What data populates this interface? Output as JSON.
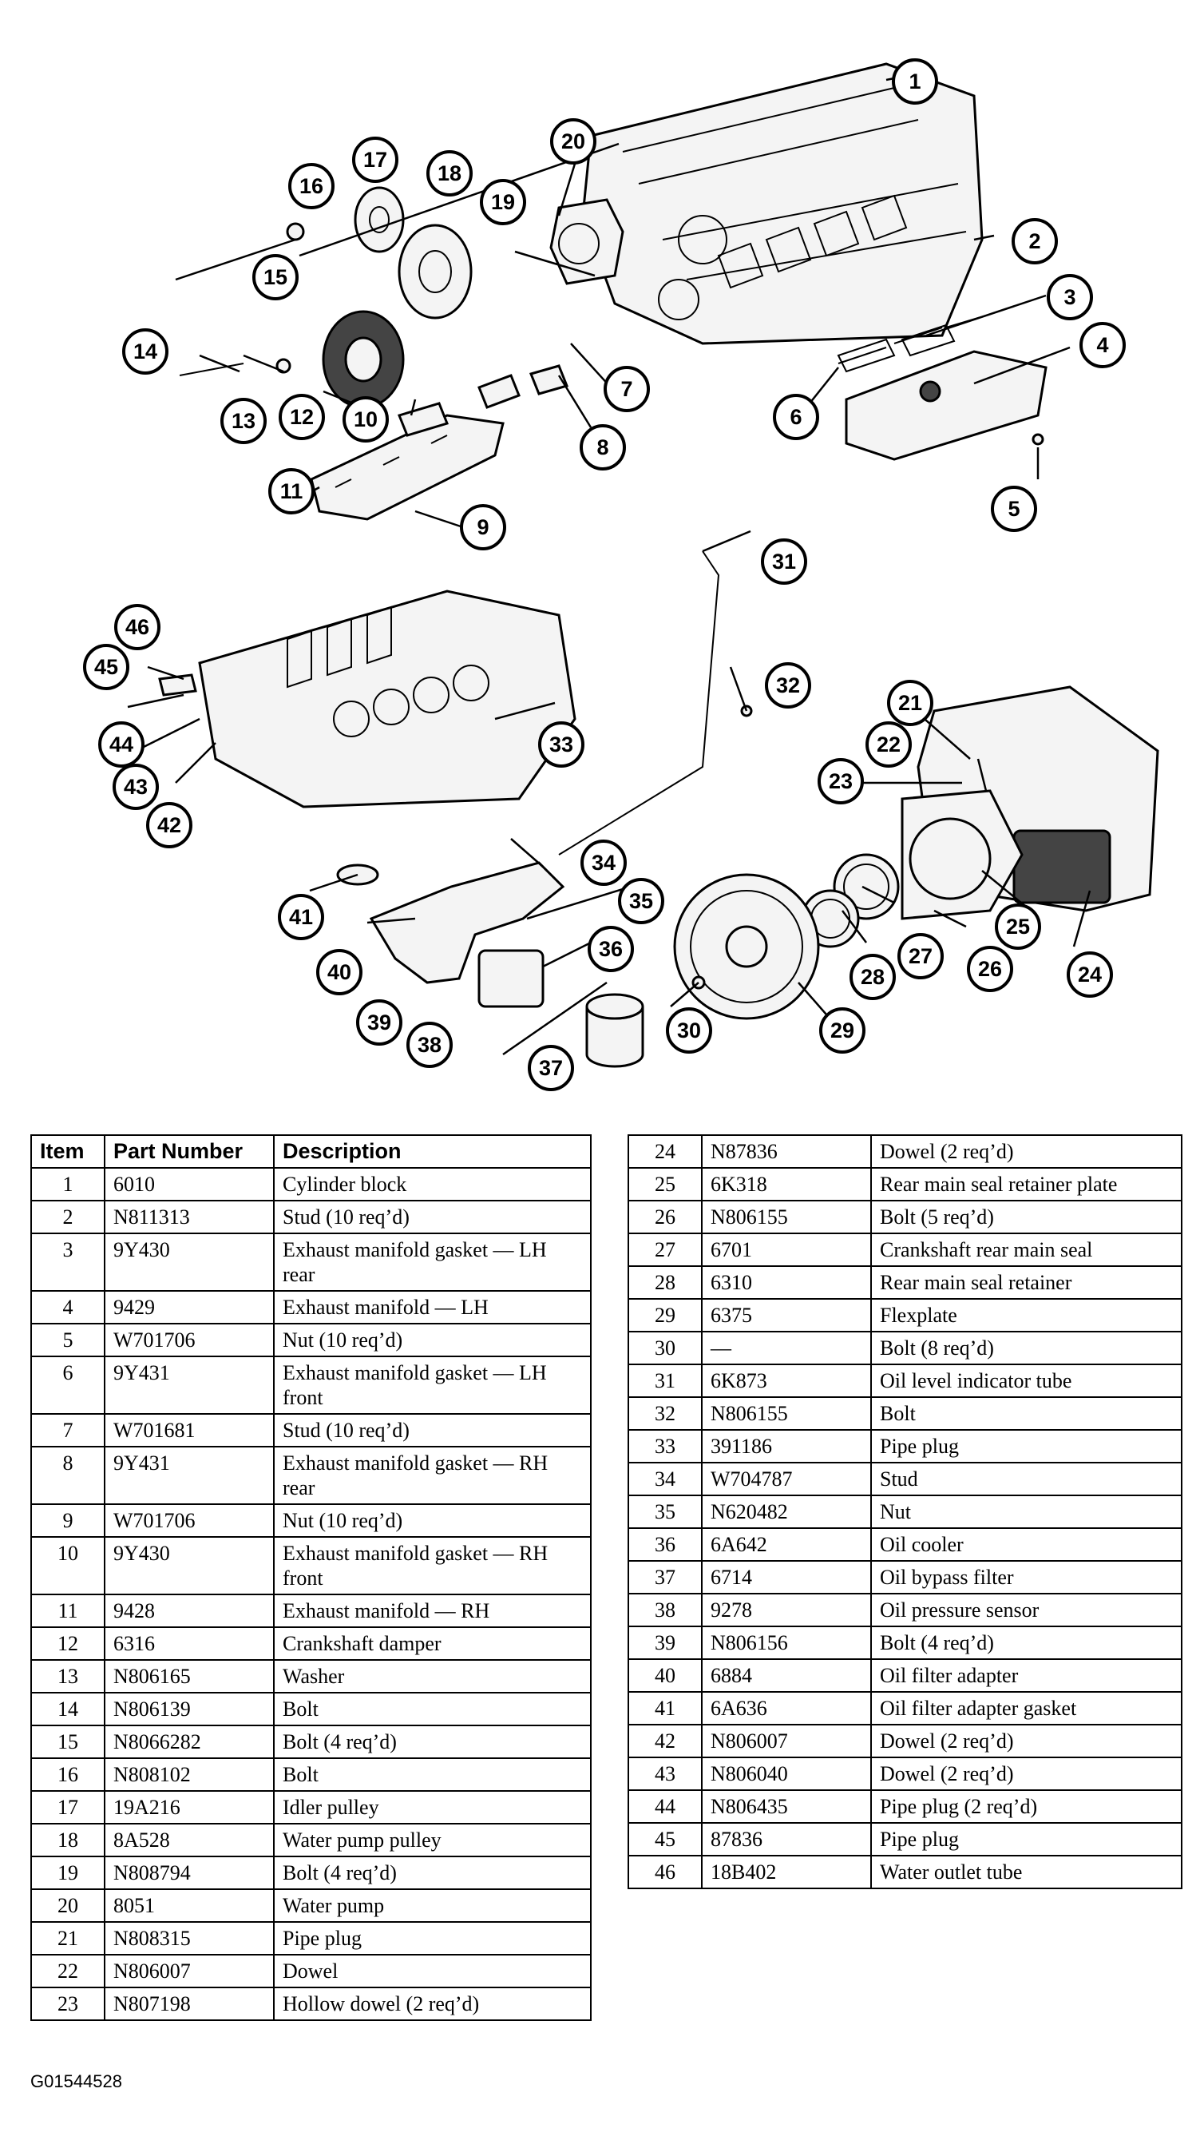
{
  "table": {
    "headers": {
      "item": "Item",
      "part_number": "Part Number",
      "description": "Description"
    },
    "rows": [
      {
        "item": "1",
        "part": "6010",
        "desc": "Cylinder block"
      },
      {
        "item": "2",
        "part": "N811313",
        "desc": "Stud (10 req’d)"
      },
      {
        "item": "3",
        "part": "9Y430",
        "desc": "Exhaust manifold gasket — LH rear"
      },
      {
        "item": "4",
        "part": "9429",
        "desc": "Exhaust manifold — LH"
      },
      {
        "item": "5",
        "part": "W701706",
        "desc": "Nut (10 req’d)"
      },
      {
        "item": "6",
        "part": "9Y431",
        "desc": "Exhaust manifold gasket — LH front"
      },
      {
        "item": "7",
        "part": "W701681",
        "desc": "Stud (10 req’d)"
      },
      {
        "item": "8",
        "part": "9Y431",
        "desc": "Exhaust manifold gasket — RH rear"
      },
      {
        "item": "9",
        "part": "W701706",
        "desc": "Nut (10 req’d)"
      },
      {
        "item": "10",
        "part": "9Y430",
        "desc": "Exhaust manifold gasket — RH front"
      },
      {
        "item": "11",
        "part": "9428",
        "desc": "Exhaust manifold — RH"
      },
      {
        "item": "12",
        "part": "6316",
        "desc": "Crankshaft damper"
      },
      {
        "item": "13",
        "part": "N806165",
        "desc": "Washer"
      },
      {
        "item": "14",
        "part": "N806139",
        "desc": "Bolt"
      },
      {
        "item": "15",
        "part": "N8066282",
        "desc": "Bolt (4 req’d)"
      },
      {
        "item": "16",
        "part": "N808102",
        "desc": "Bolt"
      },
      {
        "item": "17",
        "part": "19A216",
        "desc": "Idler pulley"
      },
      {
        "item": "18",
        "part": "8A528",
        "desc": "Water pump pulley"
      },
      {
        "item": "19",
        "part": "N808794",
        "desc": "Bolt (4 req’d)"
      },
      {
        "item": "20",
        "part": "8051",
        "desc": "Water pump"
      },
      {
        "item": "21",
        "part": "N808315",
        "desc": "Pipe plug"
      },
      {
        "item": "22",
        "part": "N806007",
        "desc": "Dowel"
      },
      {
        "item": "23",
        "part": "N807198",
        "desc": "Hollow dowel (2 req’d)"
      },
      {
        "item": "24",
        "part": "N87836",
        "desc": "Dowel (2 req’d)"
      },
      {
        "item": "25",
        "part": "6K318",
        "desc": "Rear main seal retainer plate"
      },
      {
        "item": "26",
        "part": "N806155",
        "desc": "Bolt (5 req’d)"
      },
      {
        "item": "27",
        "part": "6701",
        "desc": "Crankshaft rear main seal"
      },
      {
        "item": "28",
        "part": "6310",
        "desc": "Rear main seal retainer"
      },
      {
        "item": "29",
        "part": "6375",
        "desc": "Flexplate"
      },
      {
        "item": "30",
        "part": "—",
        "desc": "Bolt (8 req’d)"
      },
      {
        "item": "31",
        "part": "6K873",
        "desc": "Oil level indicator tube"
      },
      {
        "item": "32",
        "part": "N806155",
        "desc": "Bolt"
      },
      {
        "item": "33",
        "part": "391186",
        "desc": "Pipe plug"
      },
      {
        "item": "34",
        "part": "W704787",
        "desc": "Stud"
      },
      {
        "item": "35",
        "part": "N620482",
        "desc": "Nut"
      },
      {
        "item": "36",
        "part": "6A642",
        "desc": "Oil cooler"
      },
      {
        "item": "37",
        "part": "6714",
        "desc": "Oil bypass filter"
      },
      {
        "item": "38",
        "part": "9278",
        "desc": "Oil pressure sensor"
      },
      {
        "item": "39",
        "part": "N806156",
        "desc": "Bolt (4 req’d)"
      },
      {
        "item": "40",
        "part": "6884",
        "desc": "Oil filter adapter"
      },
      {
        "item": "41",
        "part": "6A636",
        "desc": "Oil filter adapter gasket"
      },
      {
        "item": "42",
        "part": "N806007",
        "desc": "Dowel (2 req’d)"
      },
      {
        "item": "43",
        "part": "N806040",
        "desc": "Dowel (2 req’d)"
      },
      {
        "item": "44",
        "part": "N806435",
        "desc": "Pipe plug (2 req’d)"
      },
      {
        "item": "45",
        "part": "87836",
        "desc": "Pipe plug"
      },
      {
        "item": "46",
        "part": "18B402",
        "desc": "Water outlet tube"
      }
    ]
  },
  "figure_code": "G01544528"
}
